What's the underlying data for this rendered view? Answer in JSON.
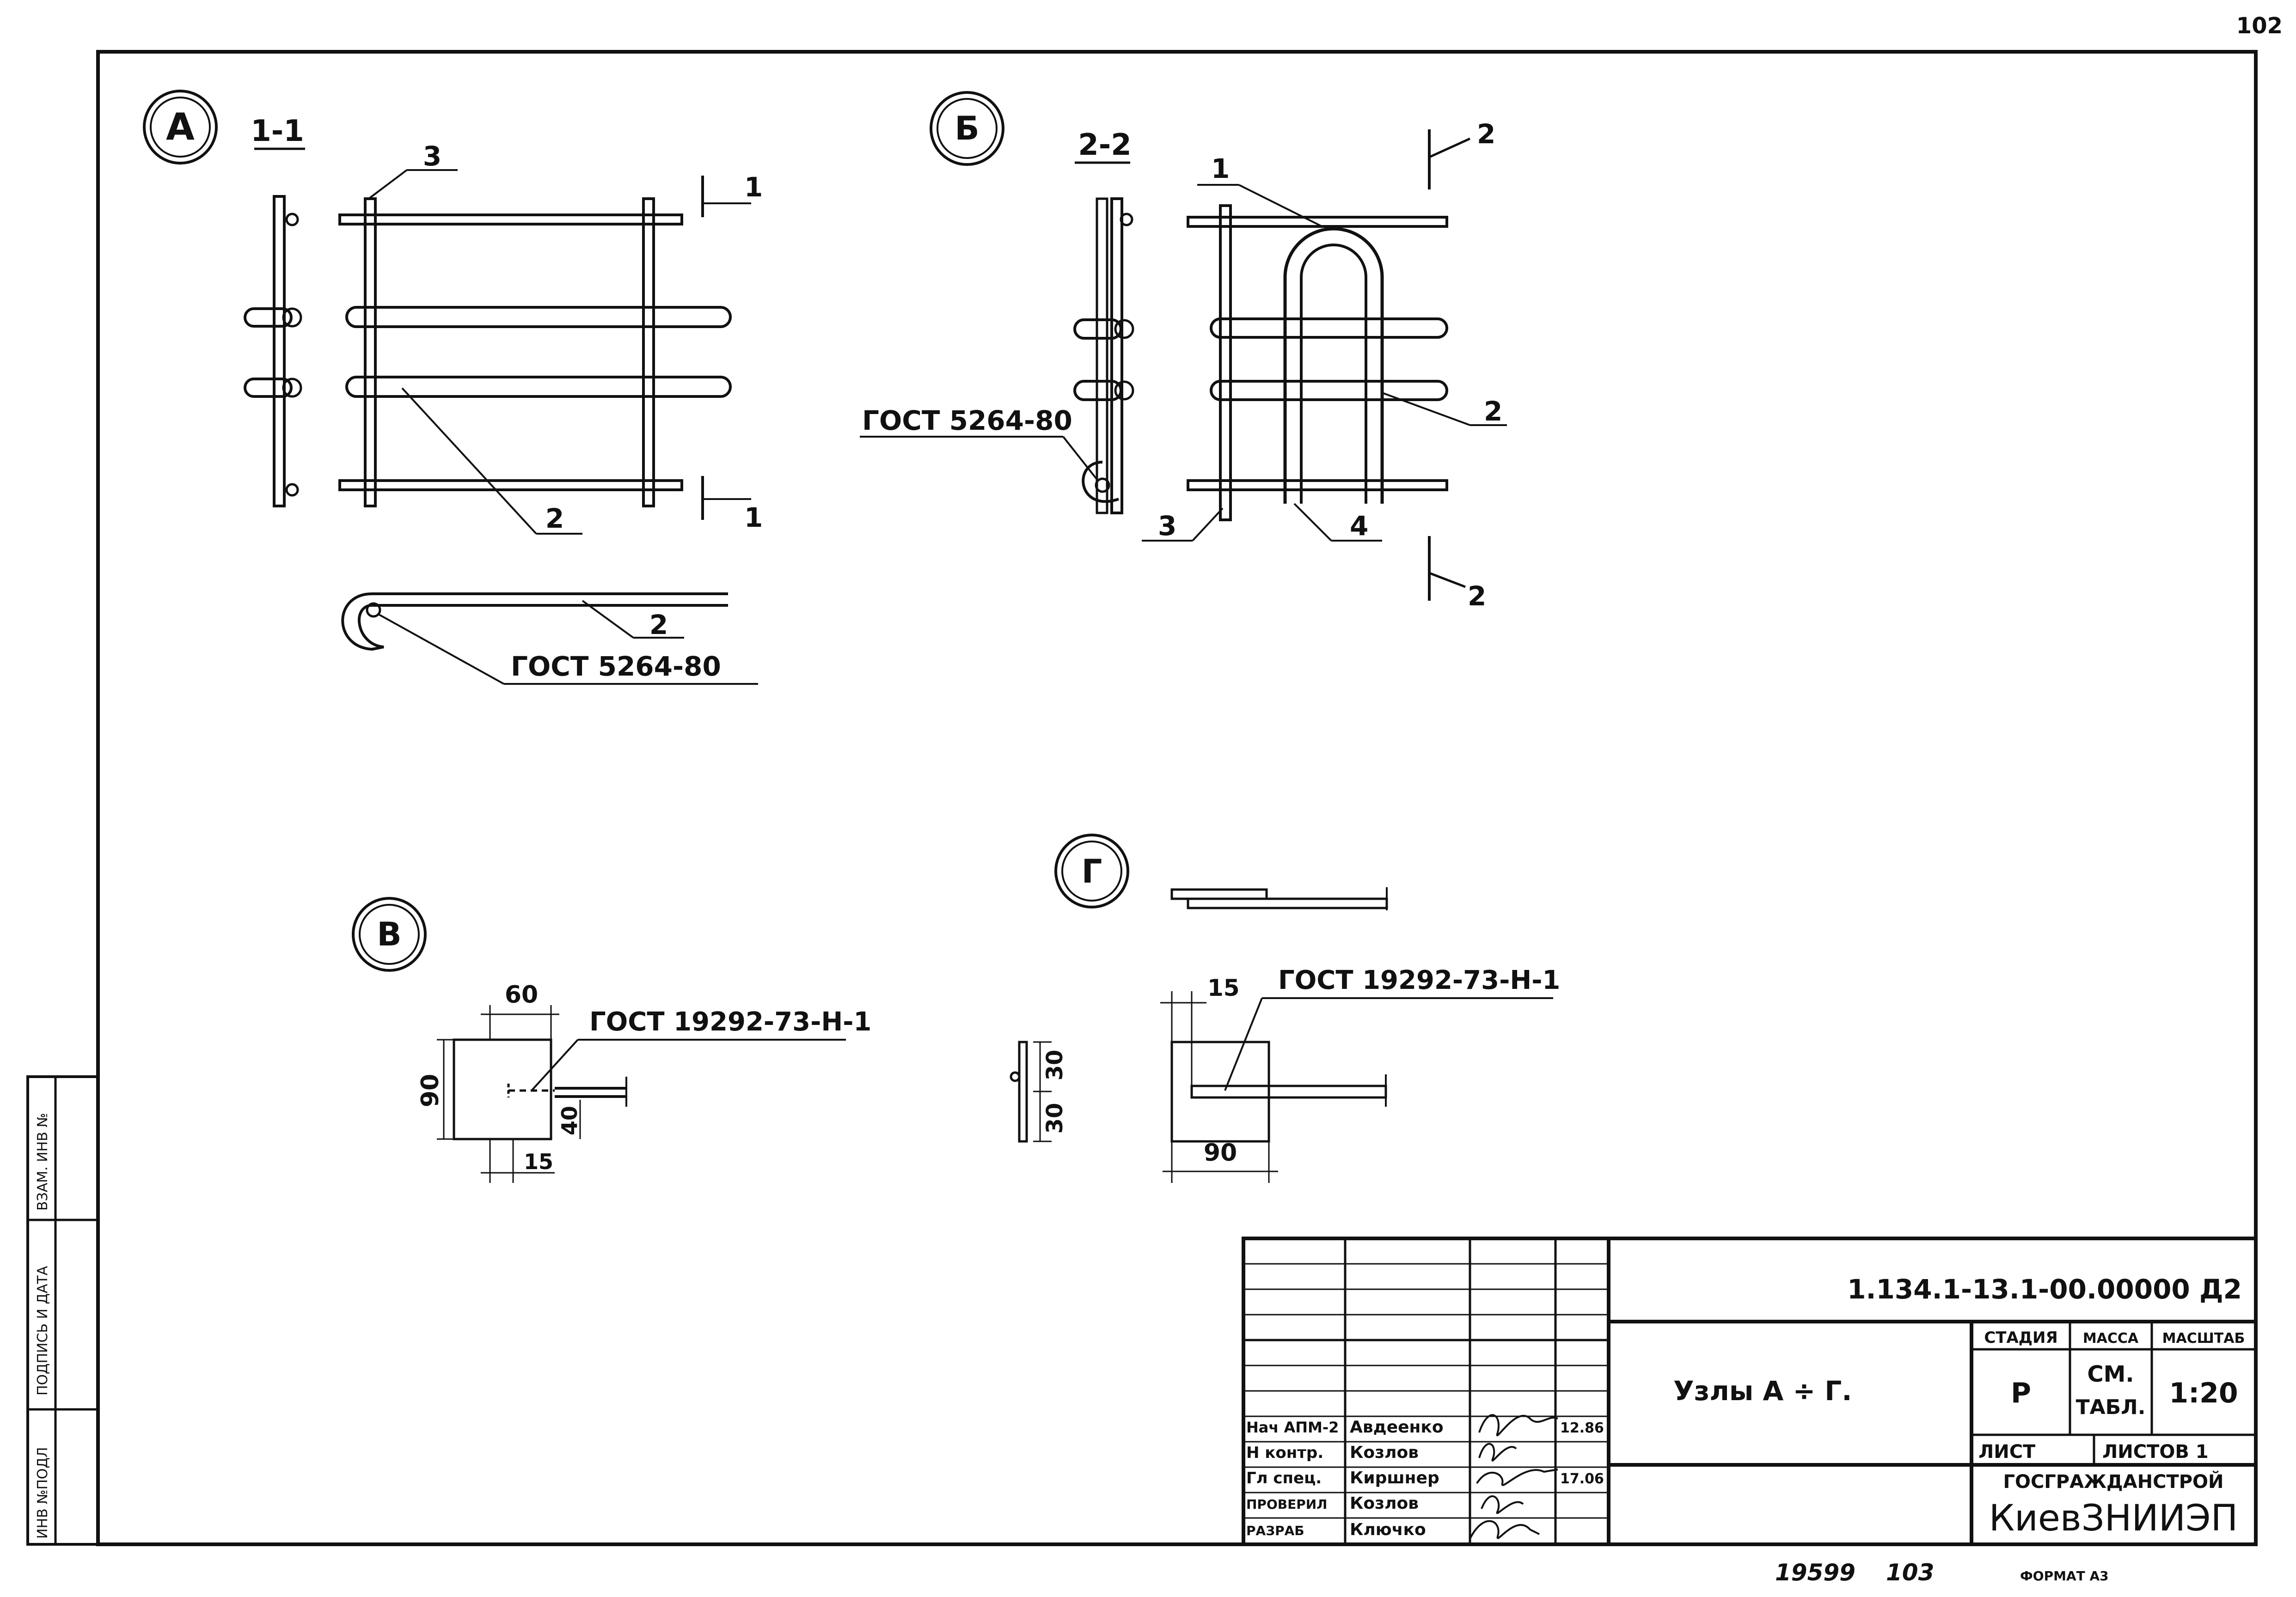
{
  "page_number": "102",
  "bottom": {
    "num1": "19599",
    "num2": "103",
    "format": "ФОРМАТ А3"
  },
  "side_stamp": {
    "inv_orig": "ИНВ №ПОДЛ",
    "sign_date": "ПОДПИСЬ И ДАТА",
    "vzam_inv": "ВЗАМ. ИНВ №"
  },
  "node_a": {
    "marker": "А",
    "section": "1-1",
    "callout_1": "1",
    "callout_2": "2",
    "callout_3": "3",
    "callout_2b": "2",
    "gost": "ГОСТ 5264-80"
  },
  "node_b": {
    "marker": "Б",
    "section": "2-2",
    "callout_1": "1",
    "callout_2": "2",
    "callout_3": "3",
    "callout_4": "4",
    "cut_top": "2",
    "cut_bottom": "2",
    "gost": "ГОСТ 5264-80"
  },
  "node_v": {
    "marker": "В",
    "dim_60": "60",
    "dim_90": "90",
    "dim_40": "40",
    "dim_15": "15",
    "gost": "ГОСТ 19292-73-Н-1"
  },
  "node_g": {
    "marker": "Г",
    "dim_15": "15",
    "dim_30a": "30",
    "dim_30b": "30",
    "dim_90": "90",
    "gost": "ГОСТ 19292-73-Н-1"
  },
  "title_block": {
    "doc_code": "1.134.1-13.1-00.00000 Д2",
    "title": "Узлы  А ÷ Г.",
    "stage_hdr": "СТАДИЯ",
    "mass_hdr": "МАССА",
    "scale_hdr": "МАСШТАБ",
    "stage": "Р",
    "mass_1": "СМ.",
    "mass_2": "ТАБЛ.",
    "scale": "1:20",
    "sheet_hdr": "ЛИСТ",
    "sheets_hdr": "ЛИСТОВ 1",
    "org_1": "ГОСГРАЖДАНСТРОЙ",
    "org_2": "КиевЗНИИЭП",
    "rows": [
      {
        "role": "Нач АПМ-2",
        "name": "Авдеенко",
        "date": "12.86"
      },
      {
        "role": "Н контр.",
        "name": "Козлов",
        "date": ""
      },
      {
        "role": "Гл спец.",
        "name": "Киршнер",
        "date": "17.06"
      },
      {
        "role": "ПРОВЕРИЛ",
        "name": "Козлов",
        "date": ""
      },
      {
        "role": "РАЗРАБ",
        "name": "Ключко",
        "date": ""
      }
    ]
  }
}
